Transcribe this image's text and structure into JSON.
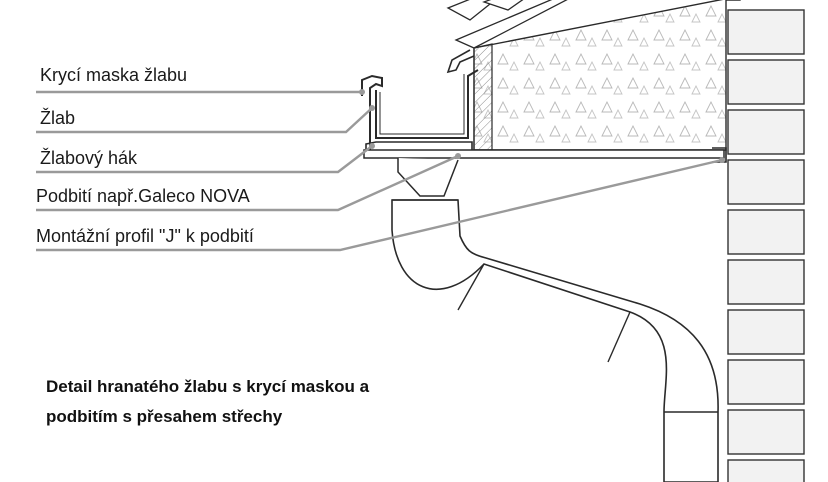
{
  "labels": [
    "Krycí maska žlabu",
    "Žlab",
    "Žlabový hák",
    "Podbití např.Galeco NOVA",
    "Montážní profil \"J\" k podbití"
  ],
  "caption": {
    "line1": "Detail hranatého žlabu s krycí maskou a",
    "line2": "podbitím s přesahem střechy"
  },
  "colors": {
    "leader": "#9a9a9a",
    "outline": "#2a2a2a",
    "brick_fill": "#f2f2f2",
    "insulation_fill": "#f7f7f7"
  }
}
